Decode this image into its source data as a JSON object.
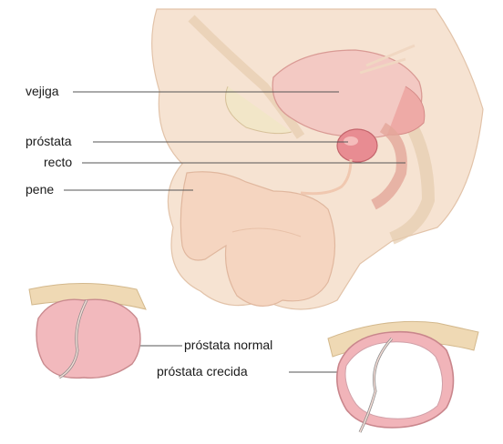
{
  "labels": {
    "vejiga": "vejiga",
    "prostata": "próstata",
    "recto": "recto",
    "pene": "pene",
    "prostata_normal": "próstata normal",
    "prostata_crecida": "próstata crecida"
  },
  "colors": {
    "skin": "#f6ddc8",
    "skin_shadow": "#e9c2a8",
    "organ": "#f2b9b5",
    "organ_dark": "#d98b8b",
    "gland_red": "#e07e83",
    "tan_tissue": "#efd9b4",
    "leader": "#555555",
    "background": "#ffffff"
  }
}
